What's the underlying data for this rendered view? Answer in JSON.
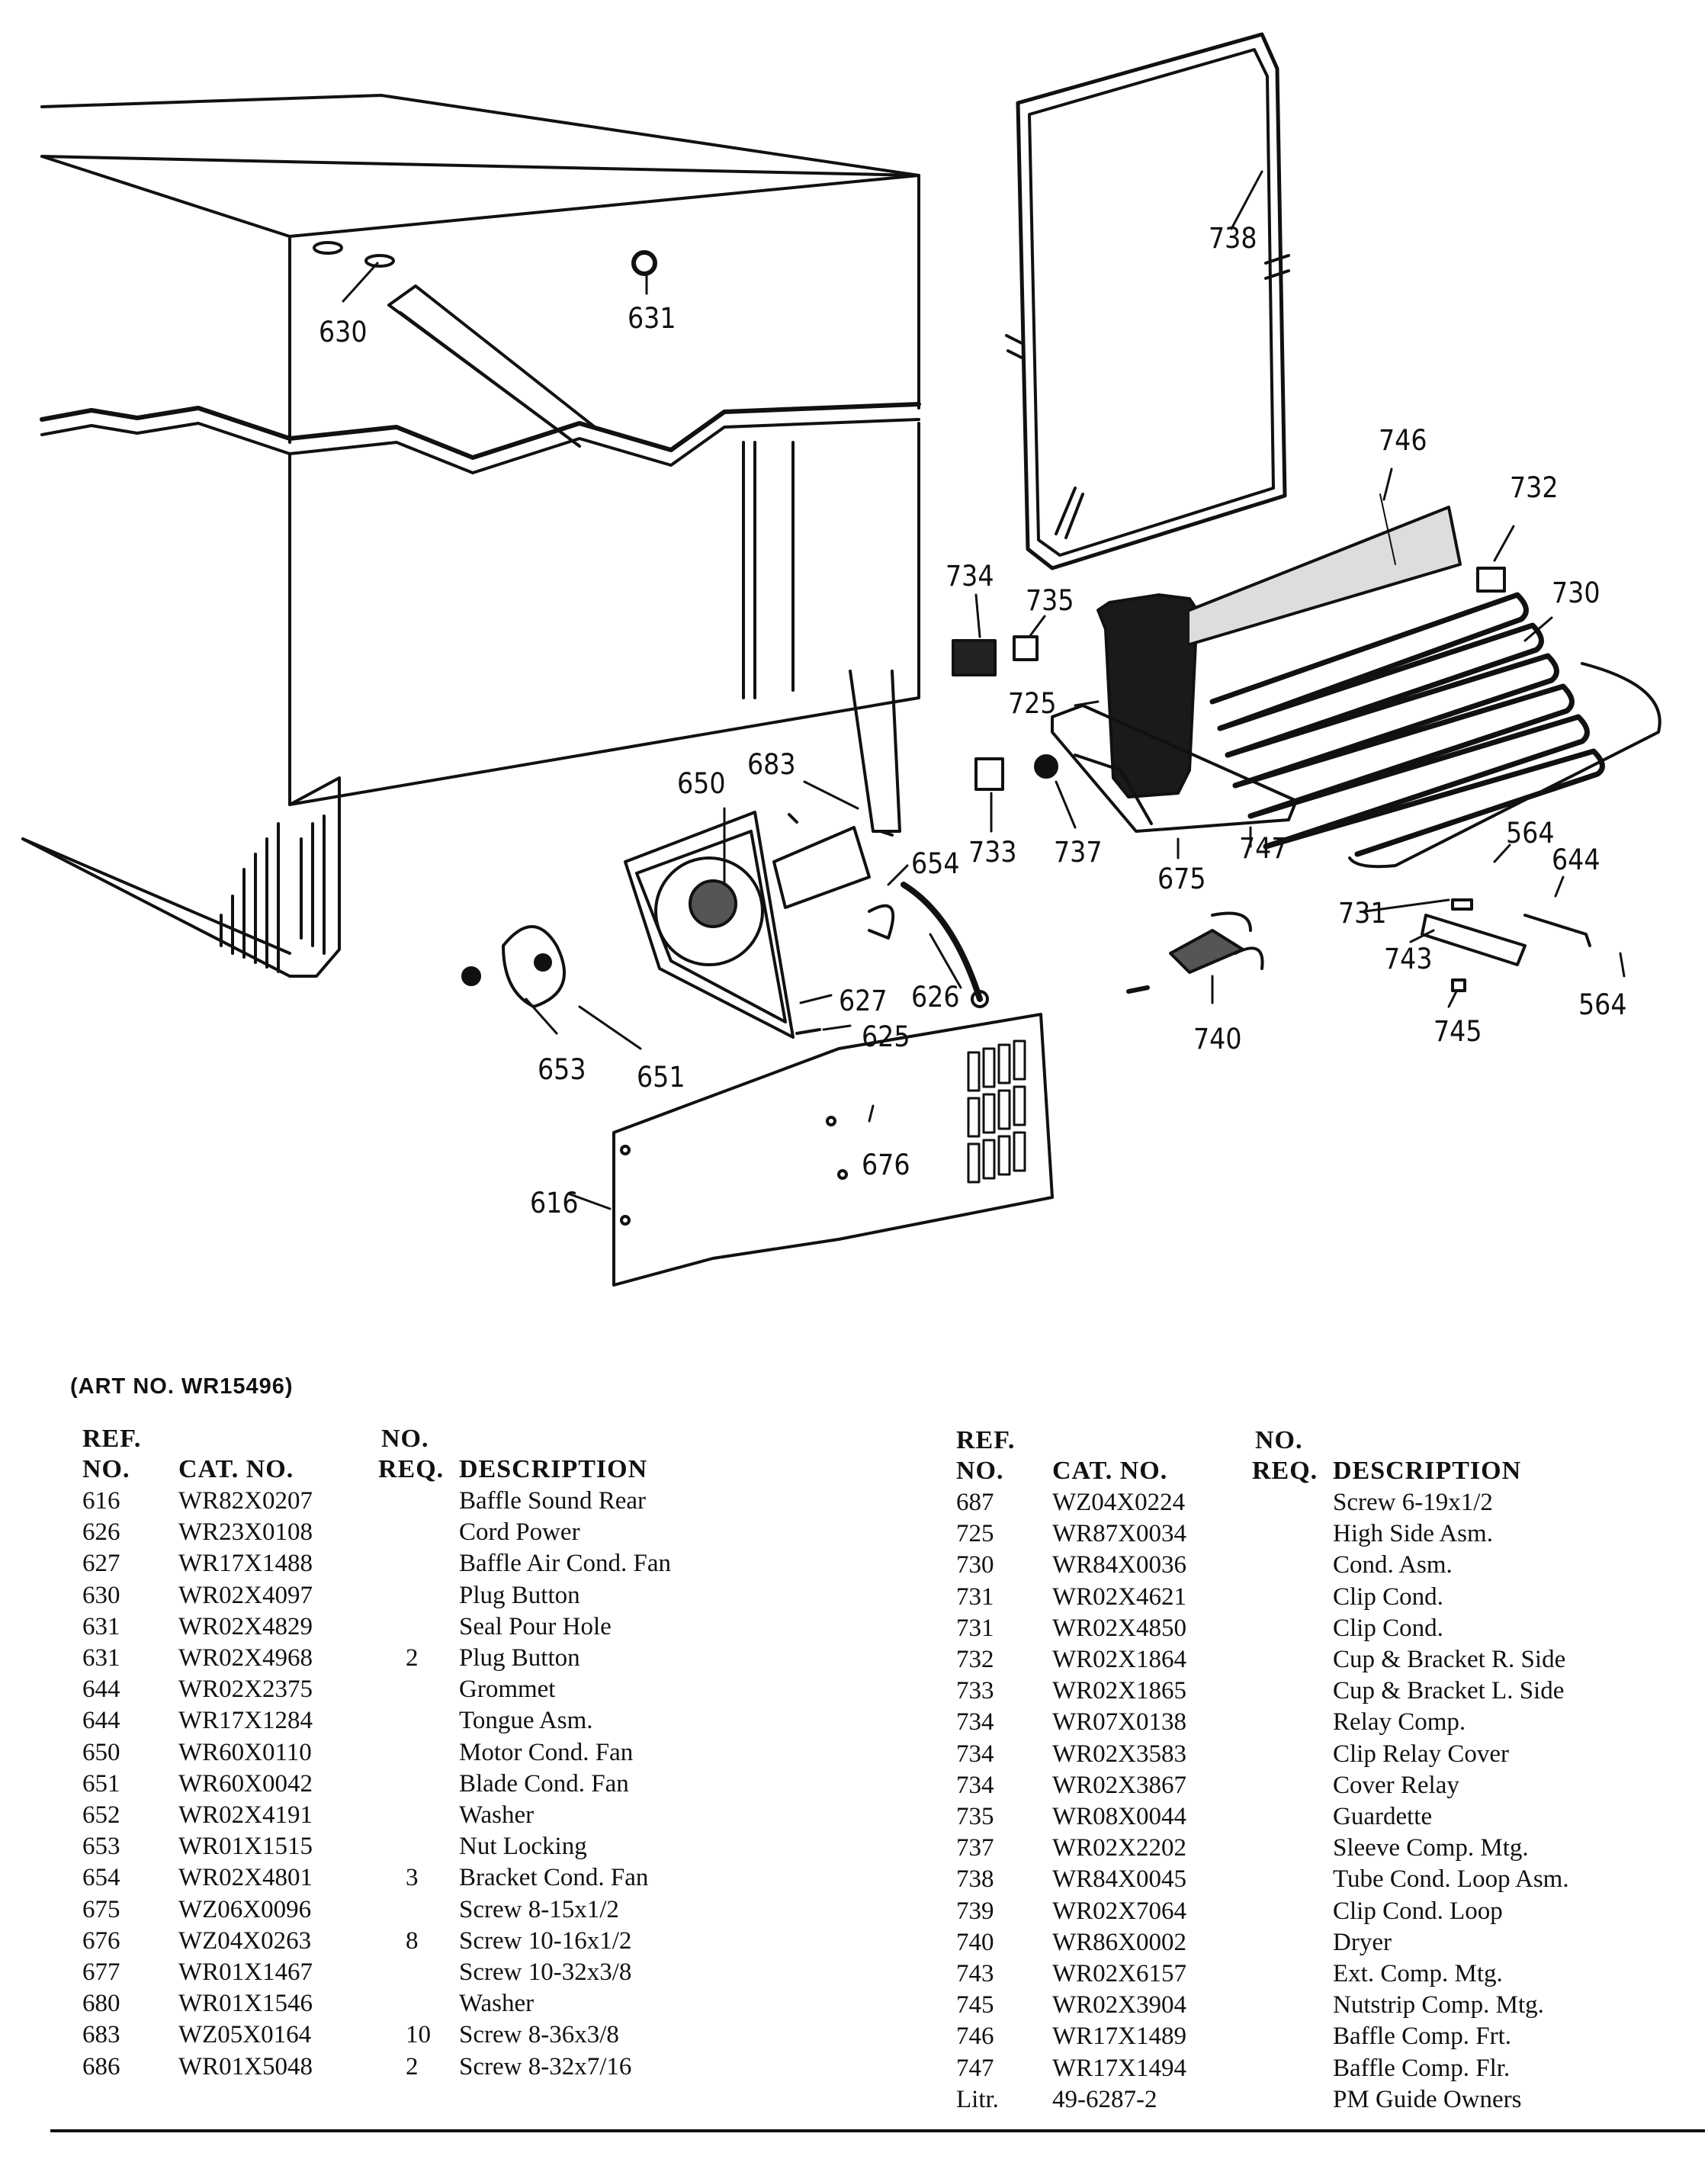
{
  "callouts": {
    "c630": "630",
    "c631": "631",
    "c738": "738",
    "c746": "746",
    "c732": "732",
    "c730": "730",
    "c734": "734",
    "c735": "735",
    "c725": "725",
    "c683": "683",
    "c650": "650",
    "c733": "733",
    "c737": "737",
    "c654": "654",
    "c675": "675",
    "c747": "747",
    "c564a": "564",
    "c644": "644",
    "c731": "731",
    "c743": "743",
    "c745": "745",
    "c564b": "564",
    "c740": "740",
    "c627": "627",
    "c626": "626",
    "c625": "625",
    "c653": "653",
    "c651": "651",
    "c676": "676",
    "c616": "616"
  },
  "art_no": "(ART NO. WR15496)",
  "headers": {
    "ref": "REF.",
    "no": "NO.",
    "cat_no": "CAT. NO.",
    "no_top": "NO.",
    "req": "REQ.",
    "description": "DESCRIPTION"
  },
  "left_table": [
    {
      "ref": "616",
      "cat": "WR82X0207",
      "req": "",
      "desc": "Baffle Sound Rear"
    },
    {
      "ref": "626",
      "cat": "WR23X0108",
      "req": "",
      "desc": "Cord Power"
    },
    {
      "ref": "627",
      "cat": "WR17X1488",
      "req": "",
      "desc": "Baffle Air Cond. Fan"
    },
    {
      "ref": "630",
      "cat": "WR02X4097",
      "req": "",
      "desc": "Plug Button"
    },
    {
      "ref": "631",
      "cat": "WR02X4829",
      "req": "",
      "desc": "Seal Pour Hole"
    },
    {
      "ref": "631",
      "cat": "WR02X4968",
      "req": "2",
      "desc": "Plug Button"
    },
    {
      "ref": "644",
      "cat": "WR02X2375",
      "req": "",
      "desc": "Grommet"
    },
    {
      "ref": "644",
      "cat": "WR17X1284",
      "req": "",
      "desc": "Tongue Asm."
    },
    {
      "ref": "650",
      "cat": "WR60X0110",
      "req": "",
      "desc": "Motor Cond. Fan"
    },
    {
      "ref": "651",
      "cat": "WR60X0042",
      "req": "",
      "desc": "Blade Cond. Fan"
    },
    {
      "ref": "652",
      "cat": "WR02X4191",
      "req": "",
      "desc": "Washer"
    },
    {
      "ref": "653",
      "cat": "WR01X1515",
      "req": "",
      "desc": "Nut Locking"
    },
    {
      "ref": "654",
      "cat": "WR02X4801",
      "req": "3",
      "desc": "Bracket Cond. Fan"
    },
    {
      "ref": "675",
      "cat": "WZ06X0096",
      "req": "",
      "desc": "Screw 8-15x1/2"
    },
    {
      "ref": "676",
      "cat": "WZ04X0263",
      "req": "8",
      "desc": "Screw 10-16x1/2"
    },
    {
      "ref": "677",
      "cat": "WR01X1467",
      "req": "",
      "desc": "Screw 10-32x3/8"
    },
    {
      "ref": "680",
      "cat": "WR01X1546",
      "req": "",
      "desc": "Washer"
    },
    {
      "ref": "683",
      "cat": "WZ05X0164",
      "req": "10",
      "desc": "Screw 8-36x3/8"
    },
    {
      "ref": "686",
      "cat": "WR01X5048",
      "req": "2",
      "desc": "Screw 8-32x7/16"
    }
  ],
  "right_table": [
    {
      "ref": "687",
      "cat": "WZ04X0224",
      "req": "",
      "desc": "Screw 6-19x1/2"
    },
    {
      "ref": "725",
      "cat": "WR87X0034",
      "req": "",
      "desc": "High Side Asm."
    },
    {
      "ref": "730",
      "cat": "WR84X0036",
      "req": "",
      "desc": "Cond. Asm."
    },
    {
      "ref": "731",
      "cat": "WR02X4621",
      "req": "",
      "desc": "Clip Cond."
    },
    {
      "ref": "731",
      "cat": "WR02X4850",
      "req": "",
      "desc": "Clip Cond."
    },
    {
      "ref": "732",
      "cat": "WR02X1864",
      "req": "",
      "desc": "Cup & Bracket R. Side"
    },
    {
      "ref": "733",
      "cat": "WR02X1865",
      "req": "",
      "desc": "Cup & Bracket L. Side"
    },
    {
      "ref": "734",
      "cat": "WR07X0138",
      "req": "",
      "desc": "Relay Comp."
    },
    {
      "ref": "734",
      "cat": "WR02X3583",
      "req": "",
      "desc": "Clip Relay Cover"
    },
    {
      "ref": "734",
      "cat": "WR02X3867",
      "req": "",
      "desc": "Cover Relay"
    },
    {
      "ref": "735",
      "cat": "WR08X0044",
      "req": "",
      "desc": "Guardette"
    },
    {
      "ref": "737",
      "cat": "WR02X2202",
      "req": "",
      "desc": "Sleeve Comp. Mtg."
    },
    {
      "ref": "738",
      "cat": "WR84X0045",
      "req": "",
      "desc": "Tube Cond. Loop Asm."
    },
    {
      "ref": "739",
      "cat": "WR02X7064",
      "req": "",
      "desc": "Clip Cond. Loop"
    },
    {
      "ref": "740",
      "cat": "WR86X0002",
      "req": "",
      "desc": "Dryer"
    },
    {
      "ref": "743",
      "cat": "WR02X6157",
      "req": "",
      "desc": "Ext. Comp. Mtg."
    },
    {
      "ref": "745",
      "cat": "WR02X3904",
      "req": "",
      "desc": "Nutstrip Comp. Mtg."
    },
    {
      "ref": "746",
      "cat": "WR17X1489",
      "req": "",
      "desc": "Baffle Comp. Frt."
    },
    {
      "ref": "747",
      "cat": "WR17X1494",
      "req": "",
      "desc": "Baffle Comp. Flr."
    },
    {
      "ref": "Litr.",
      "cat": "49-6287-2",
      "req": "",
      "desc": "PM Guide Owners"
    }
  ]
}
